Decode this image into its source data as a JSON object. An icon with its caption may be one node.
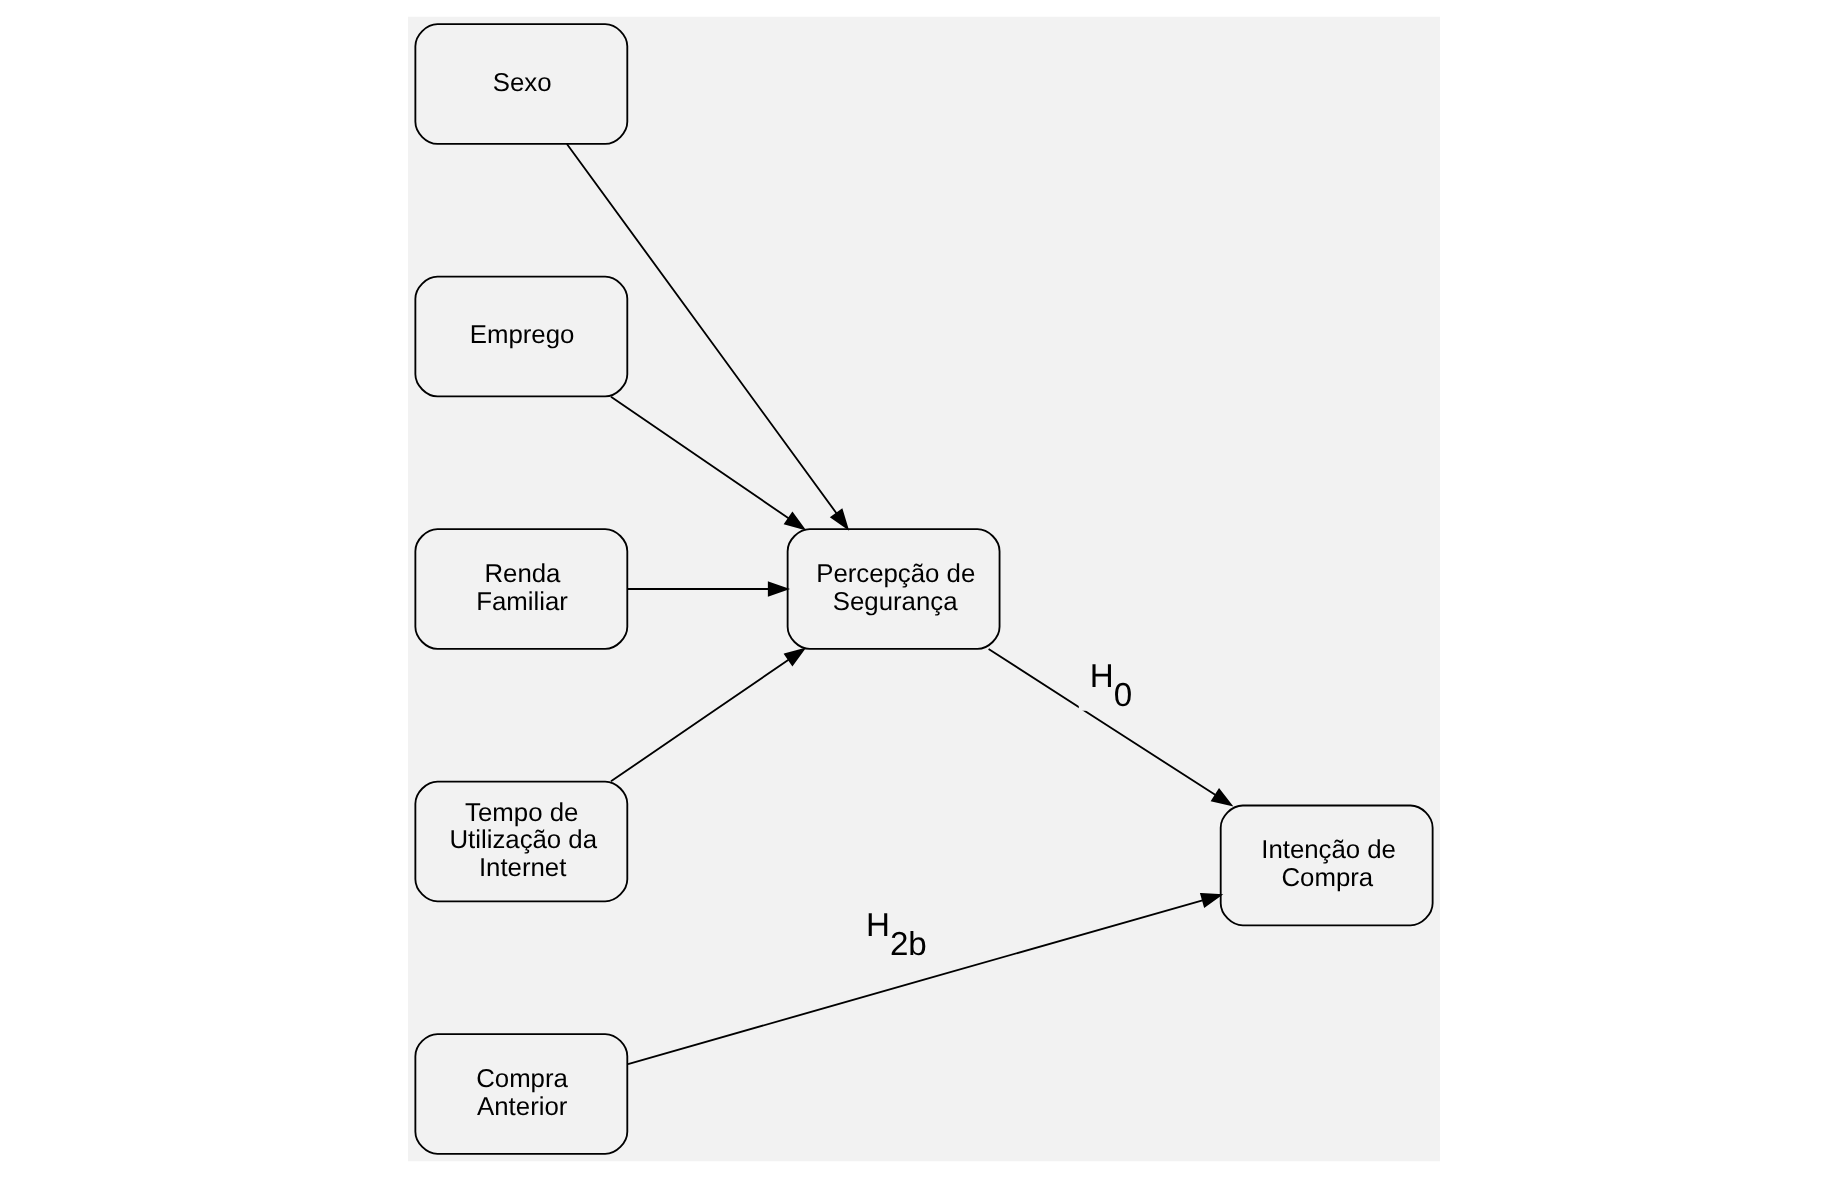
{
  "diagram": {
    "nodes": [
      {
        "text": [
          "Sexo"
        ]
      },
      {
        "text": [
          "Emprego"
        ]
      },
      {
        "text": [
          "Renda Familiar"
        ]
      },
      {
        "text": [
          "Tempo de Utilização da Internet"
        ]
      },
      {
        "text": [
          "Percepção de Segurança"
        ]
      },
      {
        "text": [
          "Intenção de Compra"
        ]
      },
      {
        "text": [
          "Compra Anterior"
        ]
      }
    ],
    "edges": [
      {
        "from": 0,
        "to": 4,
        "arrow": "to"
      },
      {
        "from": 1,
        "to": 4,
        "arrow": "to"
      },
      {
        "from": 2,
        "to": 4,
        "arrow": "to"
      },
      {
        "from": 3,
        "to": 4,
        "arrow": "to"
      },
      {
        "from": 4,
        "to": 5,
        "arrow": "to",
        "label": "H$_{0}$"
      },
      {
        "from": 6,
        "to": 5,
        "arrow": "to",
        "label": "H$_{2b}$"
      }
    ]
  }
}
